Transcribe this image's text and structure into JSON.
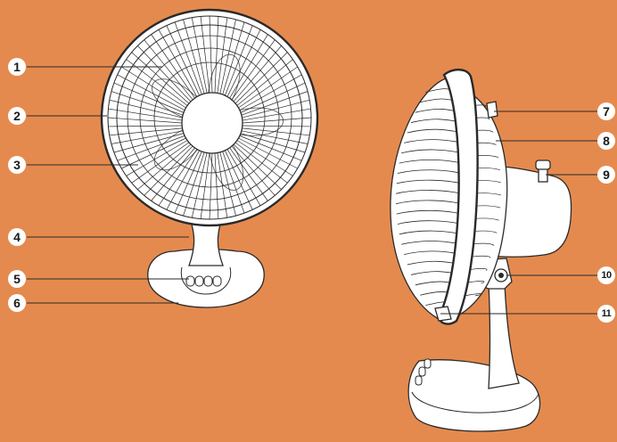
{
  "diagram": {
    "background_color": "#E58A4E",
    "line_color": "#2A2A2A",
    "part_fill_color": "#FFFFFF",
    "callout_fill_color": "#FFFFFF",
    "callout_text_color": "#1A1A1A",
    "callouts": [
      "1",
      "2",
      "3",
      "4",
      "5",
      "6",
      "7",
      "8",
      "9",
      "10",
      "11"
    ]
  }
}
